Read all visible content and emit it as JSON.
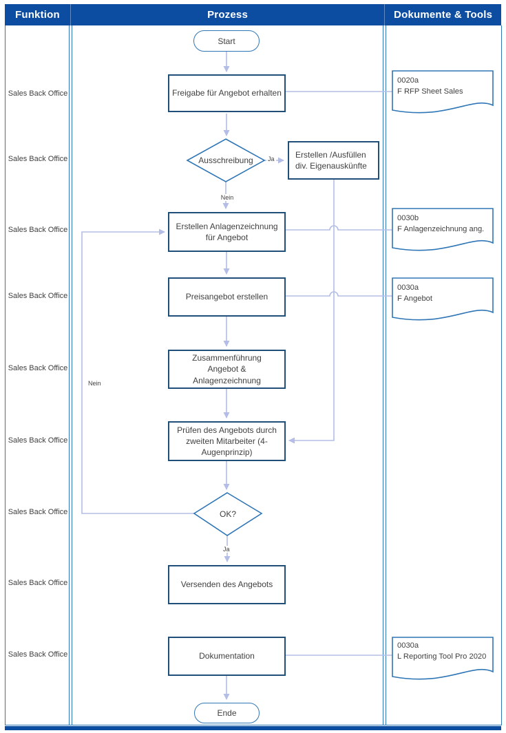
{
  "header": {
    "funktion": "Funktion",
    "prozess": "Prozess",
    "dokumente": "Dokumente & Tools"
  },
  "function_lane": {
    "rows": [
      {
        "label": "Sales Back Office"
      },
      {
        "label": "Sales Back Office"
      },
      {
        "label": "Sales Back Office"
      },
      {
        "label": "Sales Back Office"
      },
      {
        "label": "Sales Back Office"
      },
      {
        "label": "Sales Back Office"
      },
      {
        "label": "Sales Back Office"
      },
      {
        "label": "Sales Back Office"
      },
      {
        "label": "Sales Back Office"
      }
    ]
  },
  "nodes": {
    "start": "Start",
    "freigabe": "Freigabe für Angebot erhalten",
    "ausschreibung": "Ausschreibung",
    "eigenauskuenfte": "Erstellen /Ausfüllen div. Eigenauskünfte",
    "anlagenzeichnung": "Erstellen Anlagenzeichnung für Angebot",
    "preisangebot": "Preisangebot erstellen",
    "zusammenfuehrung": "Zusammenführung Angebot & Anlagenzeichnung",
    "pruefen": "Prüfen des Angebots durch zweiten Mitarbeiter (4-Augenprinzip)",
    "ok": "OK?",
    "versenden": "Versenden des Angebots",
    "dokumentation": "Dokumentation",
    "ende": "Ende"
  },
  "edges": {
    "ausschreibung_ja": "Ja",
    "ausschreibung_nein": "Nein",
    "ok_ja": "Ja",
    "ok_nein": "Nein"
  },
  "documents": [
    {
      "code": "0020a",
      "name": "F RFP Sheet Sales"
    },
    {
      "code": "0030b",
      "name": "F Anlagenzeichnung ang."
    },
    {
      "code": "0030a",
      "name": "F Angebot"
    },
    {
      "code": "0030a",
      "name": "L Reporting Tool Pro 2020"
    }
  ],
  "colors": {
    "header_bg": "#0C4DA2",
    "box_border": "#1F4E79",
    "shape_border": "#2E75B6",
    "connector": "#B3BDE6",
    "text": "#404040",
    "header_text": "#FFFFFF"
  }
}
